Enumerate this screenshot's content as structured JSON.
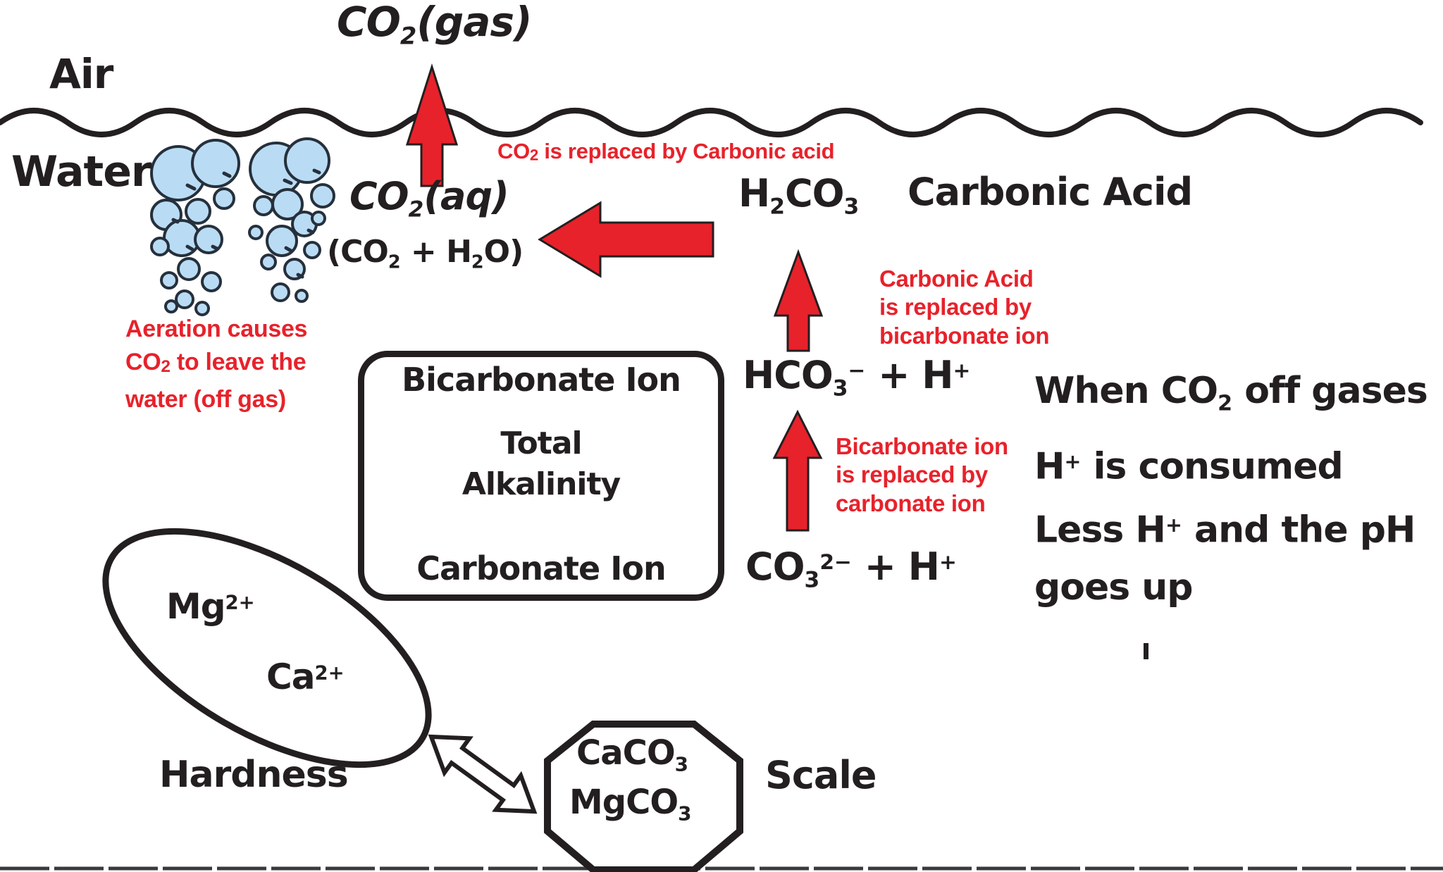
{
  "colors": {
    "ink": "#231f20",
    "accent_red": "#e7222b",
    "bubble_fill": "#b9dcf4",
    "bubble_stroke": "#26303c",
    "background": "#ffffff"
  },
  "regions": {
    "air_label": "Air",
    "water_label": "Water"
  },
  "species": {
    "co2_gas": "CO<sub>2</sub>(gas)",
    "co2_aq": "CO<sub>2</sub>(aq)",
    "co2_aq_detail": "(CO<sub>2</sub> + H<sub>2</sub>O)",
    "h2co3": "H<sub>2</sub>CO<sub>3</sub>",
    "h2co3_name": "Carbonic Acid",
    "hco3_plus_h": "HCO<sub>3</sub><sup>−</sup> + H<sup>+</sup>",
    "co3_plus_h": "CO<sub>3</sub><sup>2−</sup> + H<sup>+</sup>"
  },
  "alkalinity_box": {
    "top": "Bicarbonate Ion",
    "middle_line1": "Total",
    "middle_line2": "Alkalinity",
    "bottom": "Carbonate Ion"
  },
  "red_notes": {
    "co2_replaced": "CO<sub>2</sub> is replaced by Carbonic acid",
    "carbonic_replaced": "Carbonic Acid<br>is replaced by<br>bicarbonate ion",
    "bicarbonate_replaced": "Bicarbonate ion<br>is replaced by<br>carbonate ion",
    "aeration": "Aeration causes<br>CO<sub>2</sub> to leave the<br>water (off gas)"
  },
  "ph_note": "When CO<sub>2</sub> off gases<br>H<sup>+</sup> is consumed<br>Less H<sup>+</sup> and the pH<br>goes up",
  "hardness": {
    "mg": "Mg<sup>2+</sup>",
    "ca": "Ca<sup>2+</sup>",
    "label": "Hardness"
  },
  "scale": {
    "caco3": "CaCO<sub>3</sub>",
    "mgco3": "MgCO<sub>3</sub>",
    "label": "Scale"
  }
}
